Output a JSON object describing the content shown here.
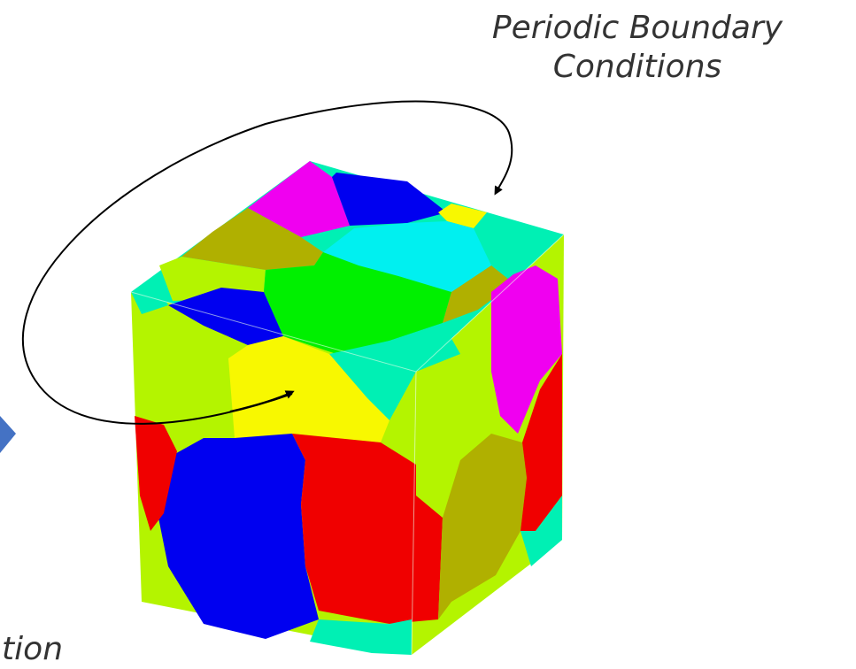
{
  "annotation": {
    "line1": "Periodic Boundary",
    "line2": "Conditions"
  },
  "partial_label": "ation",
  "colors": {
    "cyan": "#00f0f0",
    "blue": "#0000f0",
    "green": "#00f000",
    "yellow": "#f8f800",
    "yellow_green": "#b4f400",
    "magenta": "#f000f0",
    "red": "#f00000",
    "olive": "#b0b000",
    "aquamarine": "#00f0b4",
    "arrow": "#4472c4"
  }
}
